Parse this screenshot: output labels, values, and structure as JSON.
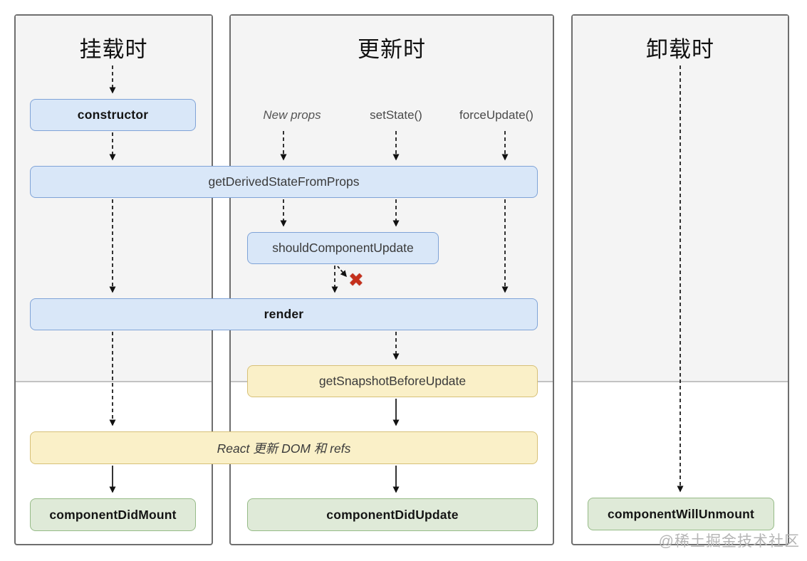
{
  "columns": [
    {
      "id": "mounting",
      "title": "挂载时"
    },
    {
      "id": "updating",
      "title": "更新时"
    },
    {
      "id": "unmounting",
      "title": "卸载时"
    }
  ],
  "triggers": [
    {
      "id": "new-props",
      "label": "New props"
    },
    {
      "id": "set-state",
      "label": "setState()"
    },
    {
      "id": "force-update",
      "label": "forceUpdate()"
    }
  ],
  "nodes": [
    {
      "id": "constructor",
      "label": "constructor",
      "type": "blue",
      "emphasis": "bold"
    },
    {
      "id": "get-derived-state-from-props",
      "label": "getDerivedStateFromProps",
      "type": "blue",
      "emphasis": "light"
    },
    {
      "id": "should-component-update",
      "label": "shouldComponentUpdate",
      "type": "blue",
      "emphasis": "light"
    },
    {
      "id": "render",
      "label": "render",
      "type": "blue",
      "emphasis": "bold"
    },
    {
      "id": "get-snapshot-before-update",
      "label": "getSnapshotBeforeUpdate",
      "type": "yellow",
      "emphasis": "light"
    },
    {
      "id": "react-updates-dom-and-refs",
      "label": "React 更新 DOM 和 refs",
      "type": "yellow",
      "emphasis": "italic"
    },
    {
      "id": "component-did-mount",
      "label": "componentDidMount",
      "type": "green",
      "emphasis": "bold"
    },
    {
      "id": "component-did-update",
      "label": "componentDidUpdate",
      "type": "green",
      "emphasis": "bold"
    },
    {
      "id": "component-will-unmount",
      "label": "componentWillUnmount",
      "type": "green",
      "emphasis": "bold"
    }
  ],
  "icons": {
    "reject_x": "✖"
  },
  "watermark": "@稀土掘金技术社区",
  "colors": {
    "blue_fill": "#d9e7f8",
    "blue_border": "#7fa3d7",
    "yellow_fill": "#faf0c8",
    "yellow_border": "#d7c077",
    "green_fill": "#dfead8",
    "green_border": "#96bb87",
    "render_phase_bg": "#f4f4f4",
    "commit_phase_bg": "#ffffff",
    "column_border": "#6e6e6e",
    "arrow": "#111111",
    "reject_x": "#c5301c",
    "watermark": "#b5b5b5"
  }
}
